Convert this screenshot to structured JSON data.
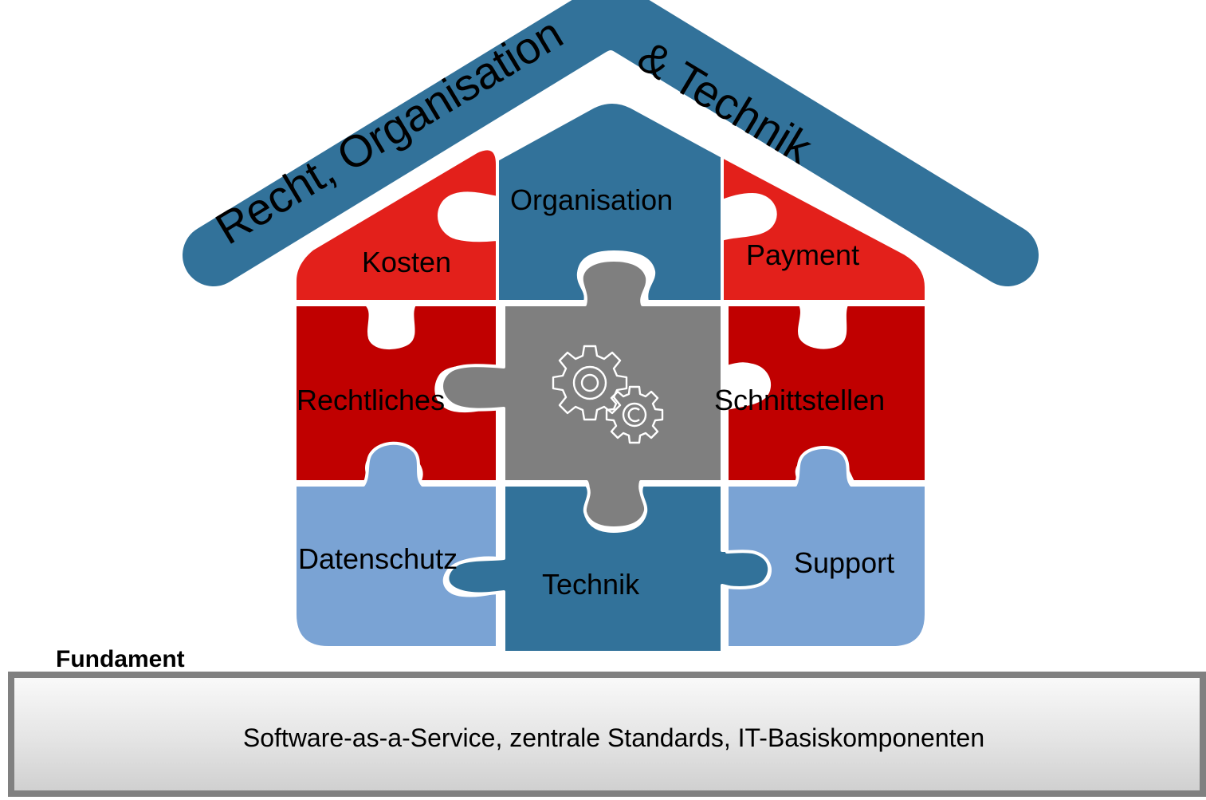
{
  "roof": {
    "text_1": "Recht, Organisation",
    "text_2": "& Technik"
  },
  "pieces": {
    "kosten": "Kosten",
    "organisation": "Organisation",
    "payment": "Payment",
    "rechtliches": "Rechtliches",
    "schnittstellen": "Schnittstellen",
    "datenschutz": "Datenschutz",
    "technik": "Technik",
    "support": "Support"
  },
  "center": {
    "icon": "gears-icon"
  },
  "foundation": {
    "heading": "Fundament",
    "text": "Software-as-a-Service, zentrale Standards, IT-Basiskomponenten"
  },
  "colors": {
    "roof": "#32729A",
    "dark_blue": "#32729A",
    "red_light": "#E3201B",
    "red_dark": "#C00000",
    "light_blue": "#7AA3D4",
    "grey_center": "#7F7F7F",
    "gear_stroke": "#FFFFFF",
    "foundation_border": "#808080"
  }
}
